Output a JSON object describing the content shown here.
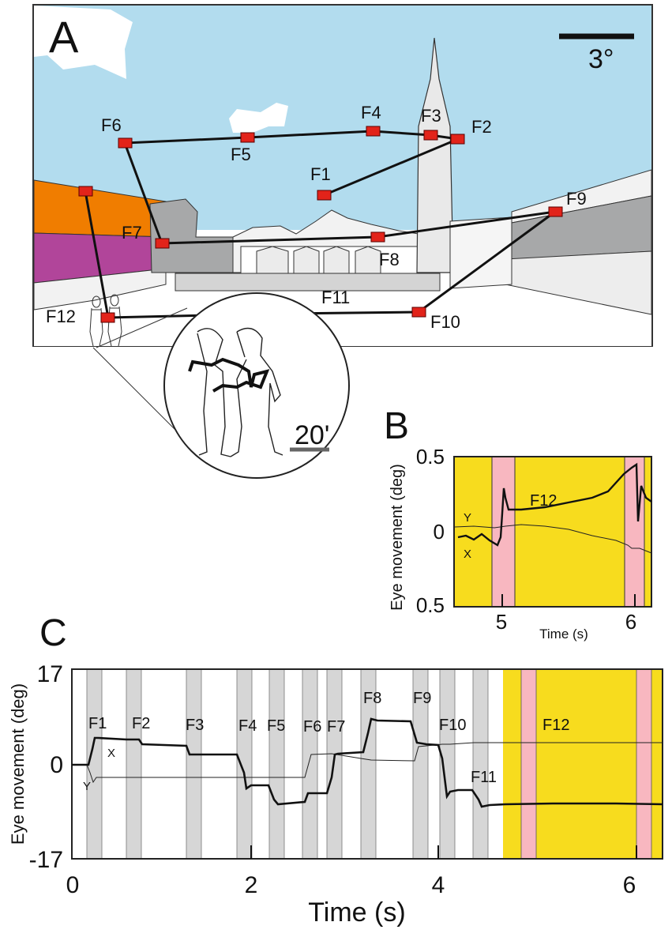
{
  "panel_a": {
    "label": "A",
    "scale_label": "3°",
    "inset_scale_label": "20'",
    "fixation_labels": [
      "F1",
      "F2",
      "F3",
      "F4",
      "F5",
      "F6",
      "F7",
      "F8",
      "F9",
      "F10",
      "F11",
      "F12"
    ],
    "colors": {
      "sky": "#b2dcee",
      "orange": "#f07d00",
      "magenta": "#b1459a",
      "gray": "#a7a8a9",
      "fixation": "#e2231a"
    }
  },
  "panel_b": {
    "label": "B",
    "y_axis_label": "Eye movement (deg)",
    "x_axis_label": "Time (s)",
    "y_ticks": [
      "0.5",
      "0",
      "0.5"
    ],
    "x_ticks": [
      "5",
      "6"
    ],
    "trace_labels": {
      "y": "Y",
      "x": "X"
    },
    "fixation_label": "F12",
    "colors": {
      "background": "#f7dc1e",
      "saccade": "#f8b7c0"
    }
  },
  "panel_c": {
    "label": "C",
    "y_axis_label": "Eye movement (deg)",
    "x_axis_label": "Time (s)",
    "y_ticks": [
      "17",
      "0",
      "-17"
    ],
    "x_ticks": [
      "0",
      "2",
      "4",
      "6"
    ],
    "trace_labels": {
      "x": "X",
      "y": "Y"
    },
    "fixation_labels": [
      "F1",
      "F2",
      "F3",
      "F4",
      "F5",
      "F6",
      "F7",
      "F8",
      "F9",
      "F10",
      "F11",
      "F12"
    ],
    "colors": {
      "saccade_band": "#d6d6d6",
      "background": "#f7dc1e",
      "saccade": "#f8b7c0"
    }
  }
}
